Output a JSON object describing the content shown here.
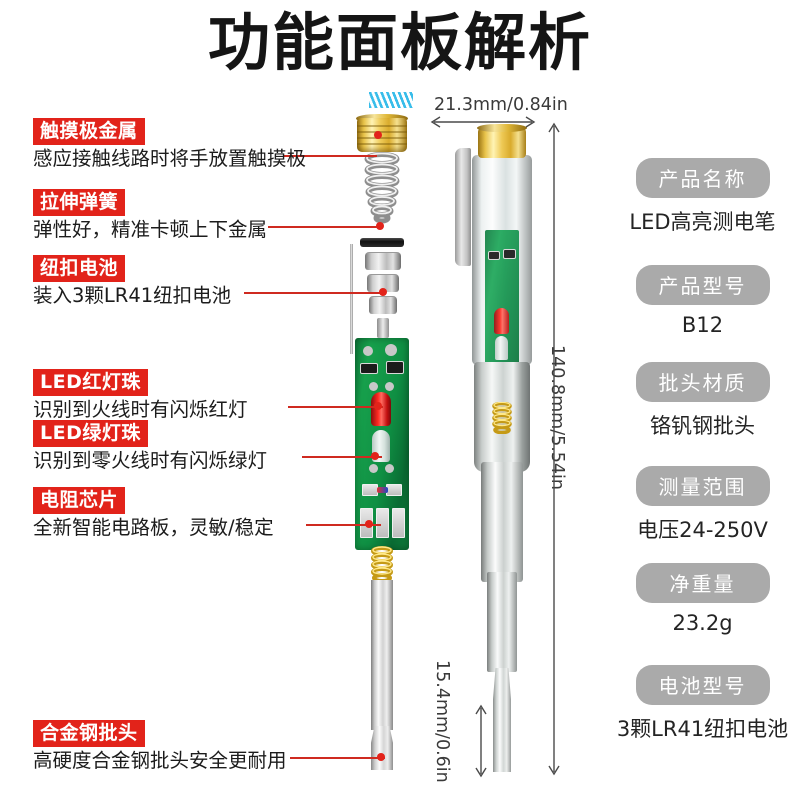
{
  "title": "功能面板解析",
  "callouts": [
    {
      "tag": "触摸极金属",
      "desc": "感应接触线路时将手放置触摸极"
    },
    {
      "tag": "拉伸弹簧",
      "desc": "弹性好，精准卡顿上下金属"
    },
    {
      "tag": "纽扣电池",
      "desc": "装入3颗LR41纽扣电池"
    },
    {
      "tag": "LED红灯珠",
      "desc": "识别到火线时有闪烁红灯"
    },
    {
      "tag": "LED绿灯珠",
      "desc": "识别到零火线时有闪烁绿灯"
    },
    {
      "tag": "电阻芯片",
      "desc": "全新智能电路板，灵敏/稳定"
    },
    {
      "tag": "合金钢批头",
      "desc": "高硬度合金钢批头安全更耐用"
    }
  ],
  "specs": [
    {
      "label": "产品名称",
      "value": "LED高亮测电笔"
    },
    {
      "label": "产品型号",
      "value": "B12"
    },
    {
      "label": "批头材质",
      "value": "铬钒钢批头"
    },
    {
      "label": "测量范围",
      "value": "电压24-250V"
    },
    {
      "label": "净重量",
      "value": "23.2g"
    },
    {
      "label": "电池型号",
      "value": "3颗LR41纽扣电池"
    }
  ],
  "dimensions": {
    "width": "21.3mm/0.84in",
    "length": "140.8mm/5.54in",
    "tip": "15.4mm/0.6in"
  },
  "colors": {
    "tag_red": "#e2231a",
    "pill_gray": "#aaaaaa",
    "leader_red": "#cf2a20",
    "pcb_green": "#12903f",
    "gold": "#e8c34a",
    "deco_blue": "#27b7e8"
  }
}
